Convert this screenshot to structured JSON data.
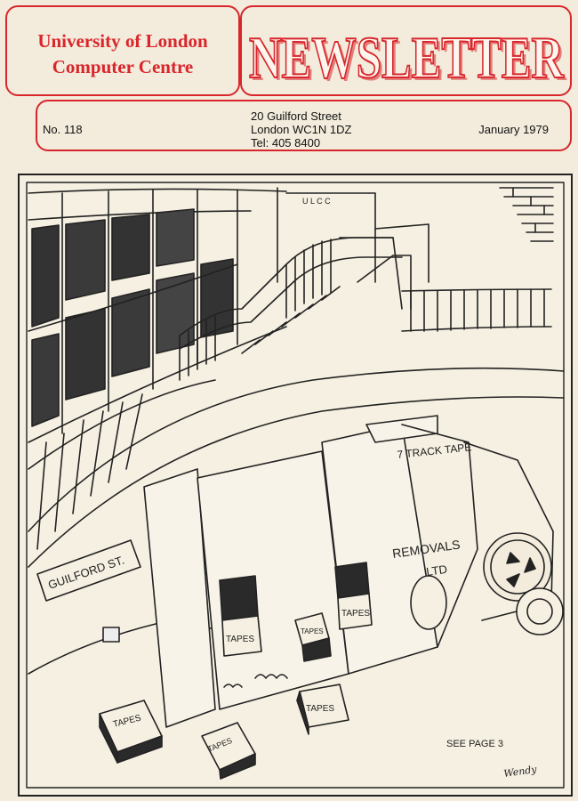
{
  "masthead": {
    "org_line1": "University of London",
    "org_line2": "Computer Centre",
    "title": "NEWSLETTER"
  },
  "info": {
    "issue": "No. 118",
    "address_line1": "20 Guilford Street",
    "address_line2": "London WC1N 1DZ",
    "telephone": "Tel: 405 8400",
    "date": "January 1979"
  },
  "cartoon": {
    "building_sign": "U L C C",
    "street_sign": "GUILFORD ST.",
    "van_label_top": "7 TRACK TAPE",
    "van_label_side_1": "REMOVALS",
    "van_label_side_2": "LTD",
    "box_label": "TAPES",
    "box_labels": [
      "TAPES",
      "TAPES",
      "TAPES",
      "TAPES",
      "TAPES",
      "TAPES"
    ],
    "caption": "SEE PAGE 3",
    "signature": "Wendy"
  },
  "colors": {
    "accent": "#d8262c",
    "ink": "#222222",
    "paper": "#f3ecdc"
  }
}
